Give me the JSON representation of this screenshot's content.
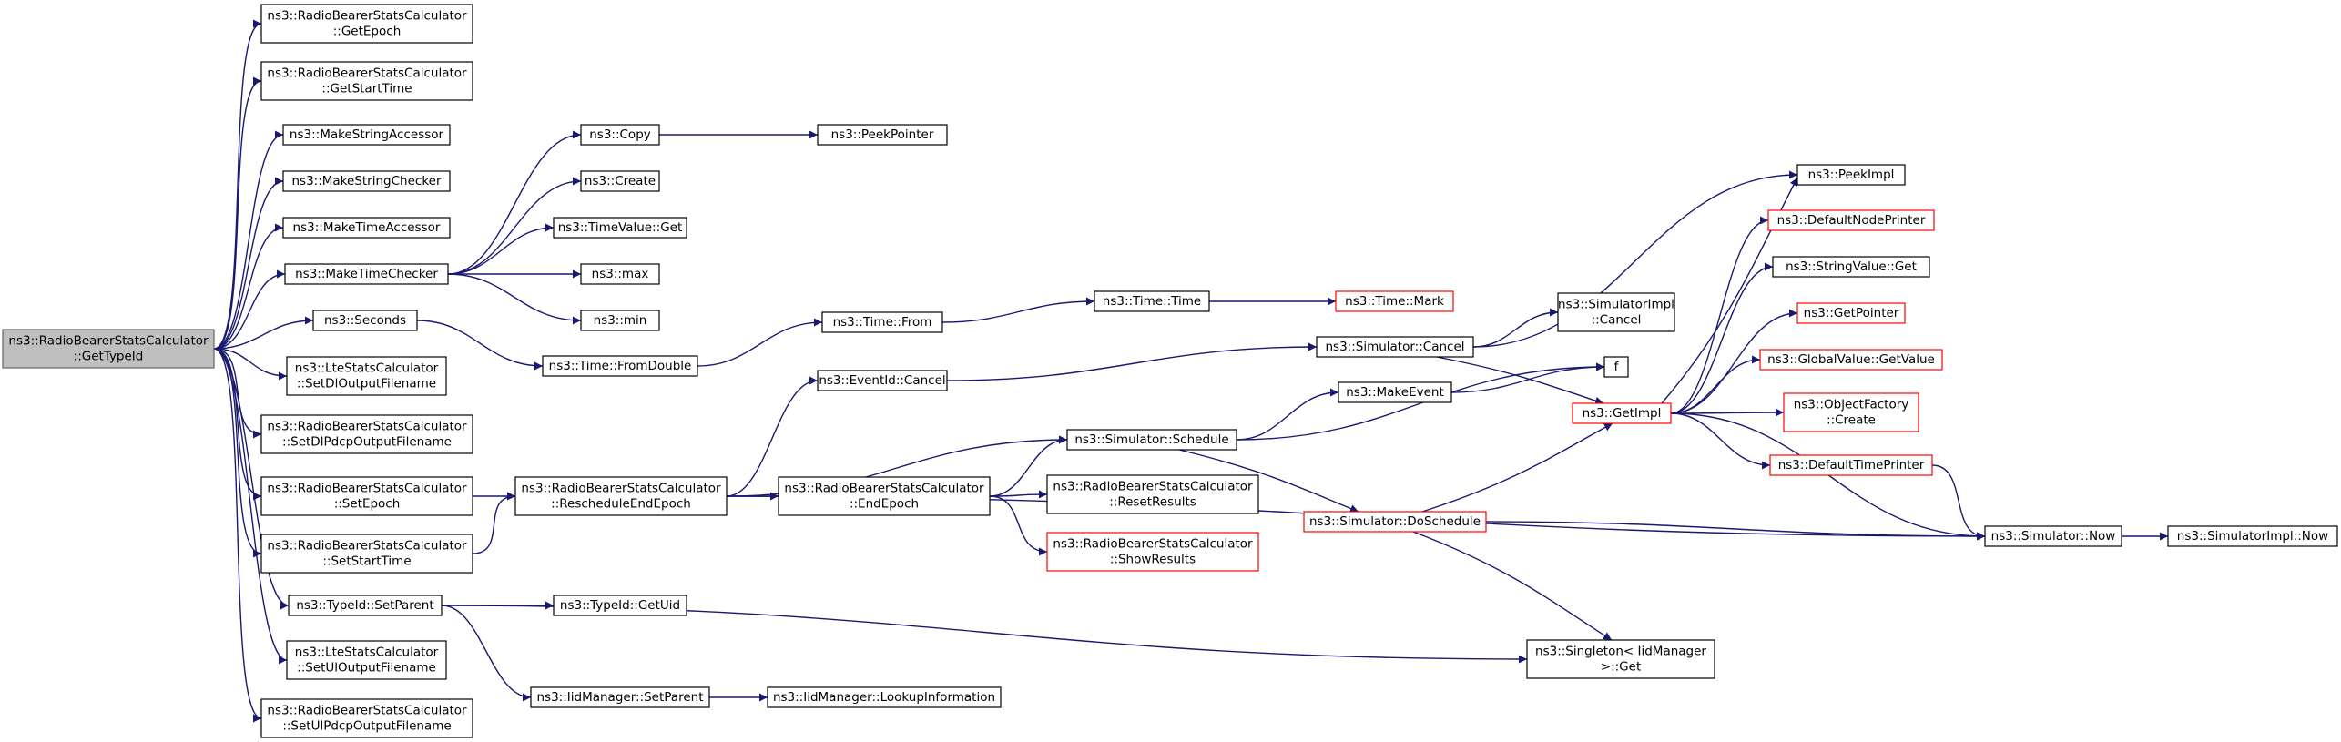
{
  "nodes": {
    "root": [
      "ns3::RadioBearerStatsCalculator",
      "::GetTypeId"
    ],
    "rbGetEpoch": [
      "ns3::RadioBearerStatsCalculator",
      "::GetEpoch"
    ],
    "rbGetStartTime": [
      "ns3::RadioBearerStatsCalculator",
      "::GetStartTime"
    ],
    "makeStringAccessor": [
      "ns3::MakeStringAccessor"
    ],
    "makeStringChecker": [
      "ns3::MakeStringChecker"
    ],
    "makeTimeAccessor": [
      "ns3::MakeTimeAccessor"
    ],
    "makeTimeChecker": [
      "ns3::MakeTimeChecker"
    ],
    "seconds": [
      "ns3::Seconds"
    ],
    "lteSetDl": [
      "ns3::LteStatsCalculator",
      "::SetDlOutputFilename"
    ],
    "rbSetDlPdcp": [
      "ns3::RadioBearerStatsCalculator",
      "::SetDlPdcpOutputFilename"
    ],
    "rbSetEpoch": [
      "ns3::RadioBearerStatsCalculator",
      "::SetEpoch"
    ],
    "rbSetStartTime": [
      "ns3::RadioBearerStatsCalculator",
      "::SetStartTime"
    ],
    "typeIdSetParent": [
      "ns3::TypeId::SetParent"
    ],
    "lteSetUl": [
      "ns3::LteStatsCalculator",
      "::SetUlOutputFilename"
    ],
    "rbSetUlPdcp": [
      "ns3::RadioBearerStatsCalculator",
      "::SetUlPdcpOutputFilename"
    ],
    "copy": [
      "ns3::Copy"
    ],
    "create": [
      "ns3::Create"
    ],
    "timeValueGet": [
      "ns3::TimeValue::Get"
    ],
    "max": [
      "ns3::max"
    ],
    "min": [
      "ns3::min"
    ],
    "timeFromDouble": [
      "ns3::Time::FromDouble"
    ],
    "rbReschedule": [
      "ns3::RadioBearerStatsCalculator",
      "::RescheduleEndEpoch"
    ],
    "typeIdGetUid": [
      "ns3::TypeId::GetUid"
    ],
    "iidSetParent": [
      "ns3::IidManager::SetParent"
    ],
    "peekPointer": [
      "ns3::PeekPointer"
    ],
    "timeFrom": [
      "ns3::Time::From"
    ],
    "eventIdCancel": [
      "ns3::EventId::Cancel"
    ],
    "simSchedule": [
      "ns3::Simulator::Schedule"
    ],
    "rbEndEpoch": [
      "ns3::RadioBearerStatsCalculator",
      "::EndEpoch"
    ],
    "iidLookup": [
      "ns3::IidManager::LookupInformation"
    ],
    "timeTime": [
      "ns3::Time::Time"
    ],
    "rbResetResults": [
      "ns3::RadioBearerStatsCalculator",
      "::ResetResults"
    ],
    "rbShowResults": [
      "ns3::RadioBearerStatsCalculator",
      "::ShowResults"
    ],
    "timeMark": [
      "ns3::Time::Mark"
    ],
    "simCancel": [
      "ns3::Simulator::Cancel"
    ],
    "makeEvent": [
      "ns3::MakeEvent"
    ],
    "simDoSchedule": [
      "ns3::Simulator::DoSchedule"
    ],
    "simImplCancel": [
      "ns3::SimulatorImpl",
      "::Cancel"
    ],
    "f": [
      "f"
    ],
    "getImpl": [
      "ns3::GetImpl"
    ],
    "singletonGet": [
      "ns3::Singleton< IidManager",
      " >::Get"
    ],
    "peekImpl": [
      "ns3::PeekImpl"
    ],
    "defaultNodePrinter": [
      "ns3::DefaultNodePrinter"
    ],
    "stringValueGet": [
      "ns3::StringValue::Get"
    ],
    "getPointer": [
      "ns3::GetPointer"
    ],
    "globalValueGetValue": [
      "ns3::GlobalValue::GetValue"
    ],
    "objectFactoryCreate": [
      "ns3::ObjectFactory",
      "::Create"
    ],
    "defaultTimePrinter": [
      "ns3::DefaultTimePrinter"
    ],
    "simNow": [
      "ns3::Simulator::Now"
    ],
    "simImplNow": [
      "ns3::SimulatorImpl::Now"
    ]
  },
  "colors": {
    "edge": "#191970",
    "border": "#000000",
    "truncated_border": "#ff0000",
    "root_fill": "#bfbfbf",
    "root_border": "#666666"
  }
}
